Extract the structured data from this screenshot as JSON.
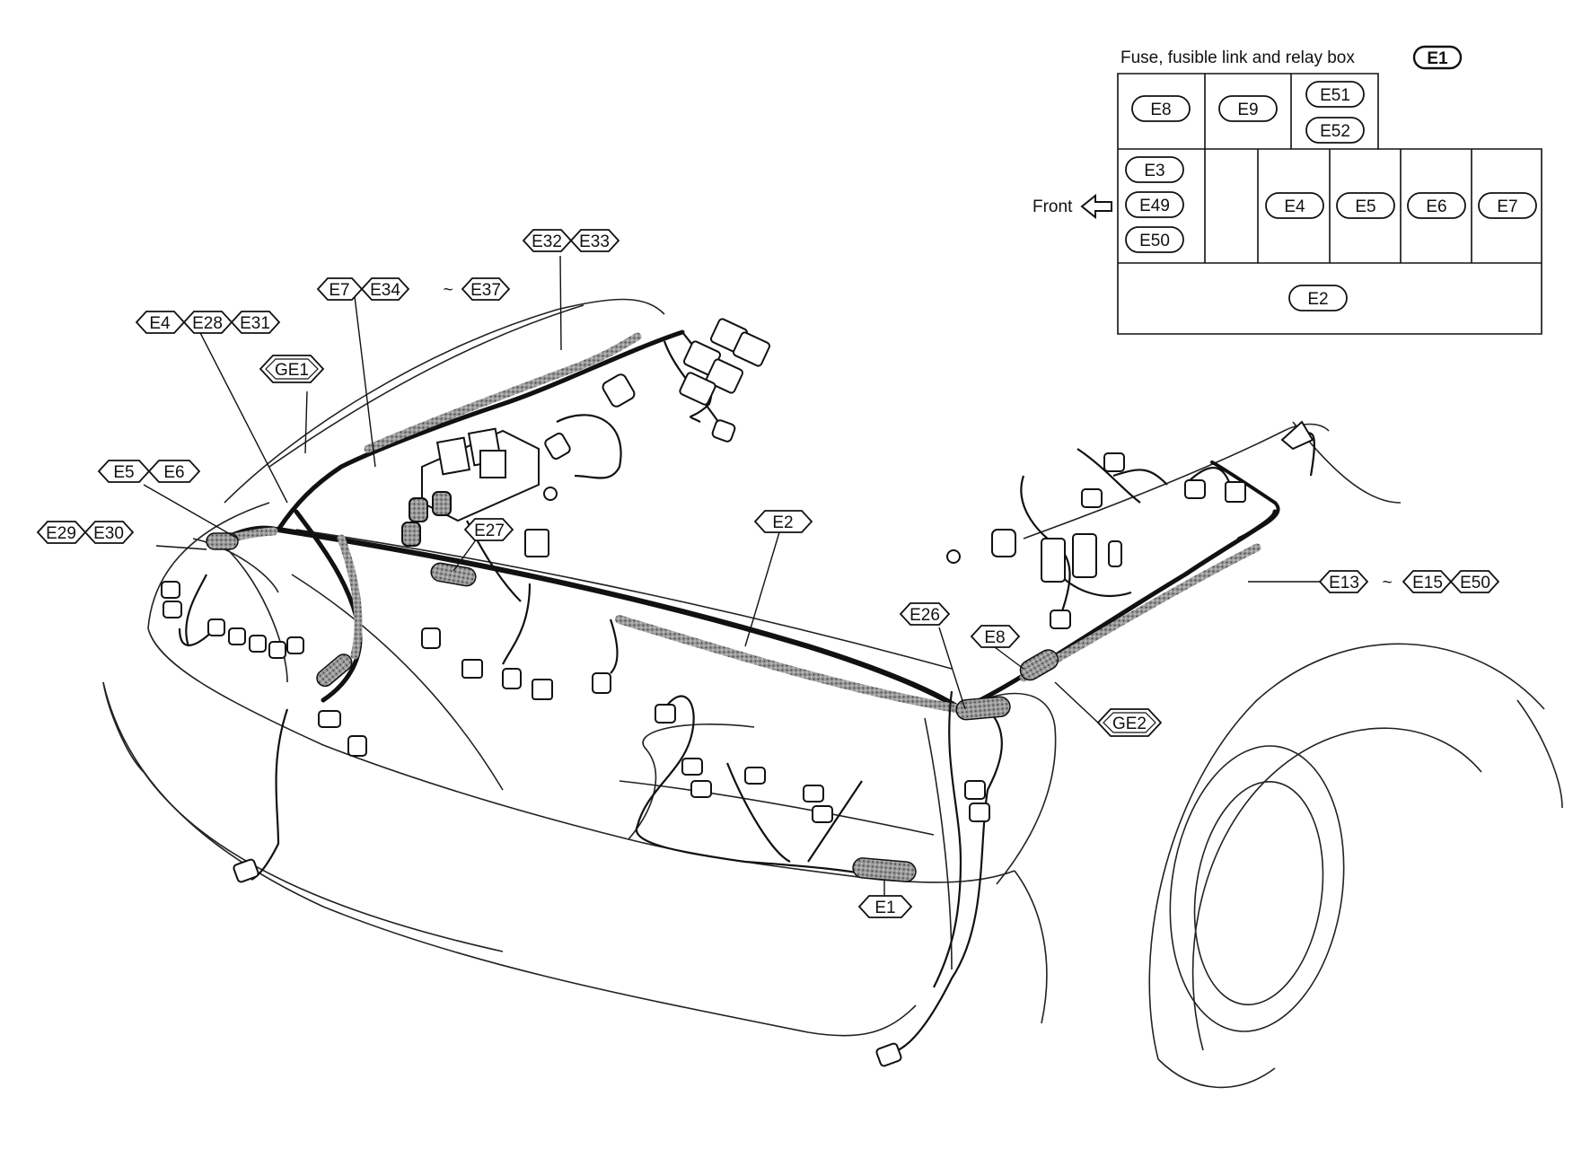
{
  "relay_box": {
    "title": "Fuse, fusible link and relay box",
    "title_tag": "E1",
    "front_label": "Front",
    "cells": {
      "e8": "E8",
      "e9": "E9",
      "e51": "E51",
      "e52": "E52",
      "e3": "E3",
      "e49": "E49",
      "e50": "E50",
      "e4": "E4",
      "e5": "E5",
      "e6": "E6",
      "e7": "E7",
      "e2": "E2"
    }
  },
  "callouts": {
    "e32": "E32",
    "e33": "E33",
    "e7": "E7",
    "e34": "E34",
    "tilde_1": "~",
    "e37": "E37",
    "e4": "E4",
    "e28": "E28",
    "e31": "E31",
    "ge1": "GE1",
    "e5": "E5",
    "e6": "E6",
    "e29": "E29",
    "e30": "E30",
    "e27": "E27",
    "e2": "E2",
    "e13": "E13",
    "tilde_2": "~",
    "e15": "E15",
    "e50": "E50",
    "e26": "E26",
    "e8": "E8",
    "ge2": "GE2",
    "e1": "E1"
  }
}
